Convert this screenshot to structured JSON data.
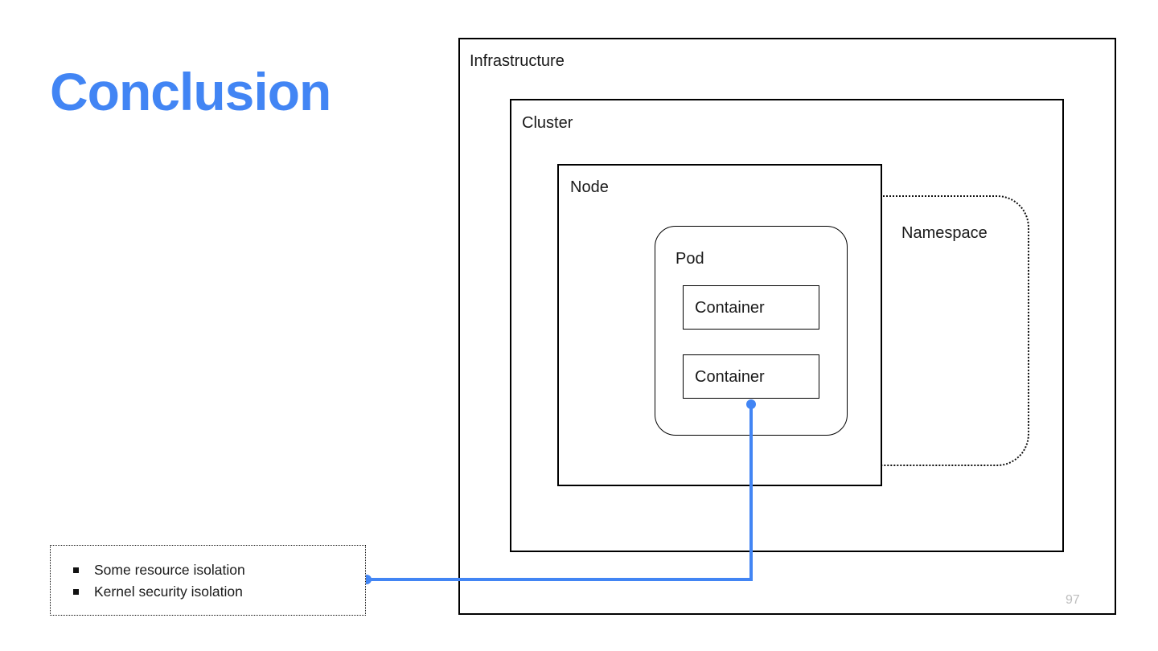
{
  "slide": {
    "title": "Conclusion",
    "page_number": "97",
    "accent_color": "#4285f4",
    "text_color": "#1a1a1a",
    "page_number_color": "#bdbdbd",
    "background_color": "#ffffff"
  },
  "callout": {
    "border_style": "dotted",
    "bullets": [
      {
        "marker": "square-bullet",
        "text": "Some resource isolation"
      },
      {
        "marker": "square-bullet",
        "text": "Kernel security isolation"
      }
    ]
  },
  "diagram": {
    "type": "nested-boxes",
    "boxes": [
      {
        "id": "infrastructure",
        "label": "Infrastructure",
        "shape": "rectangle",
        "stroke": "solid"
      },
      {
        "id": "cluster",
        "label": "Cluster",
        "shape": "rectangle",
        "stroke": "solid"
      },
      {
        "id": "node",
        "label": "Node",
        "shape": "rectangle",
        "stroke": "solid"
      },
      {
        "id": "namespace",
        "label": "Namespace",
        "shape": "rounded-rectangle",
        "stroke": "dotted"
      },
      {
        "id": "pod",
        "label": "Pod",
        "shape": "rounded-rectangle",
        "stroke": "solid"
      },
      {
        "id": "container_1",
        "label": "Container",
        "shape": "rectangle",
        "stroke": "solid"
      },
      {
        "id": "container_2",
        "label": "Container",
        "shape": "rectangle",
        "stroke": "solid"
      }
    ],
    "connector": {
      "color": "#4285f4",
      "from": "callout",
      "to": "container_2",
      "endpoint_markers": "circle"
    }
  }
}
